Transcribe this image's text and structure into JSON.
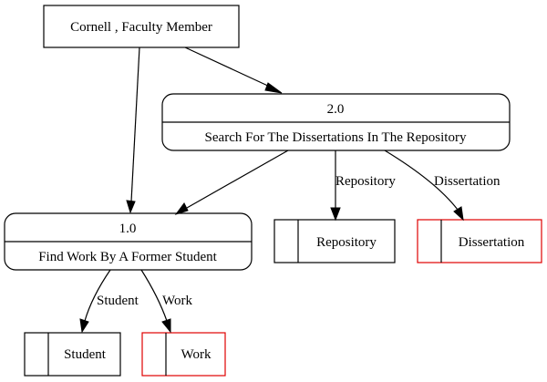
{
  "diagram": {
    "nodes": {
      "external_entity": {
        "label": "Cornell , Faculty Member"
      },
      "process_2": {
        "id": "2.0",
        "label": "Search For The Dissertations In The Repository"
      },
      "process_1": {
        "id": "1.0",
        "label": "Find Work By A Former Student"
      },
      "store_repository": {
        "label": "Repository"
      },
      "store_dissertation": {
        "label": "Dissertation"
      },
      "store_student": {
        "label": "Student"
      },
      "store_work": {
        "label": "Work"
      }
    },
    "edges": {
      "p2_to_repository": {
        "label": "Repository"
      },
      "p2_to_dissertation": {
        "label": "Dissertation"
      },
      "p1_to_student": {
        "label": "Student"
      },
      "p1_to_work": {
        "label": "Work"
      }
    },
    "colors": {
      "line": "#000000",
      "highlight_store": "#e00000",
      "background": "#ffffff"
    }
  }
}
